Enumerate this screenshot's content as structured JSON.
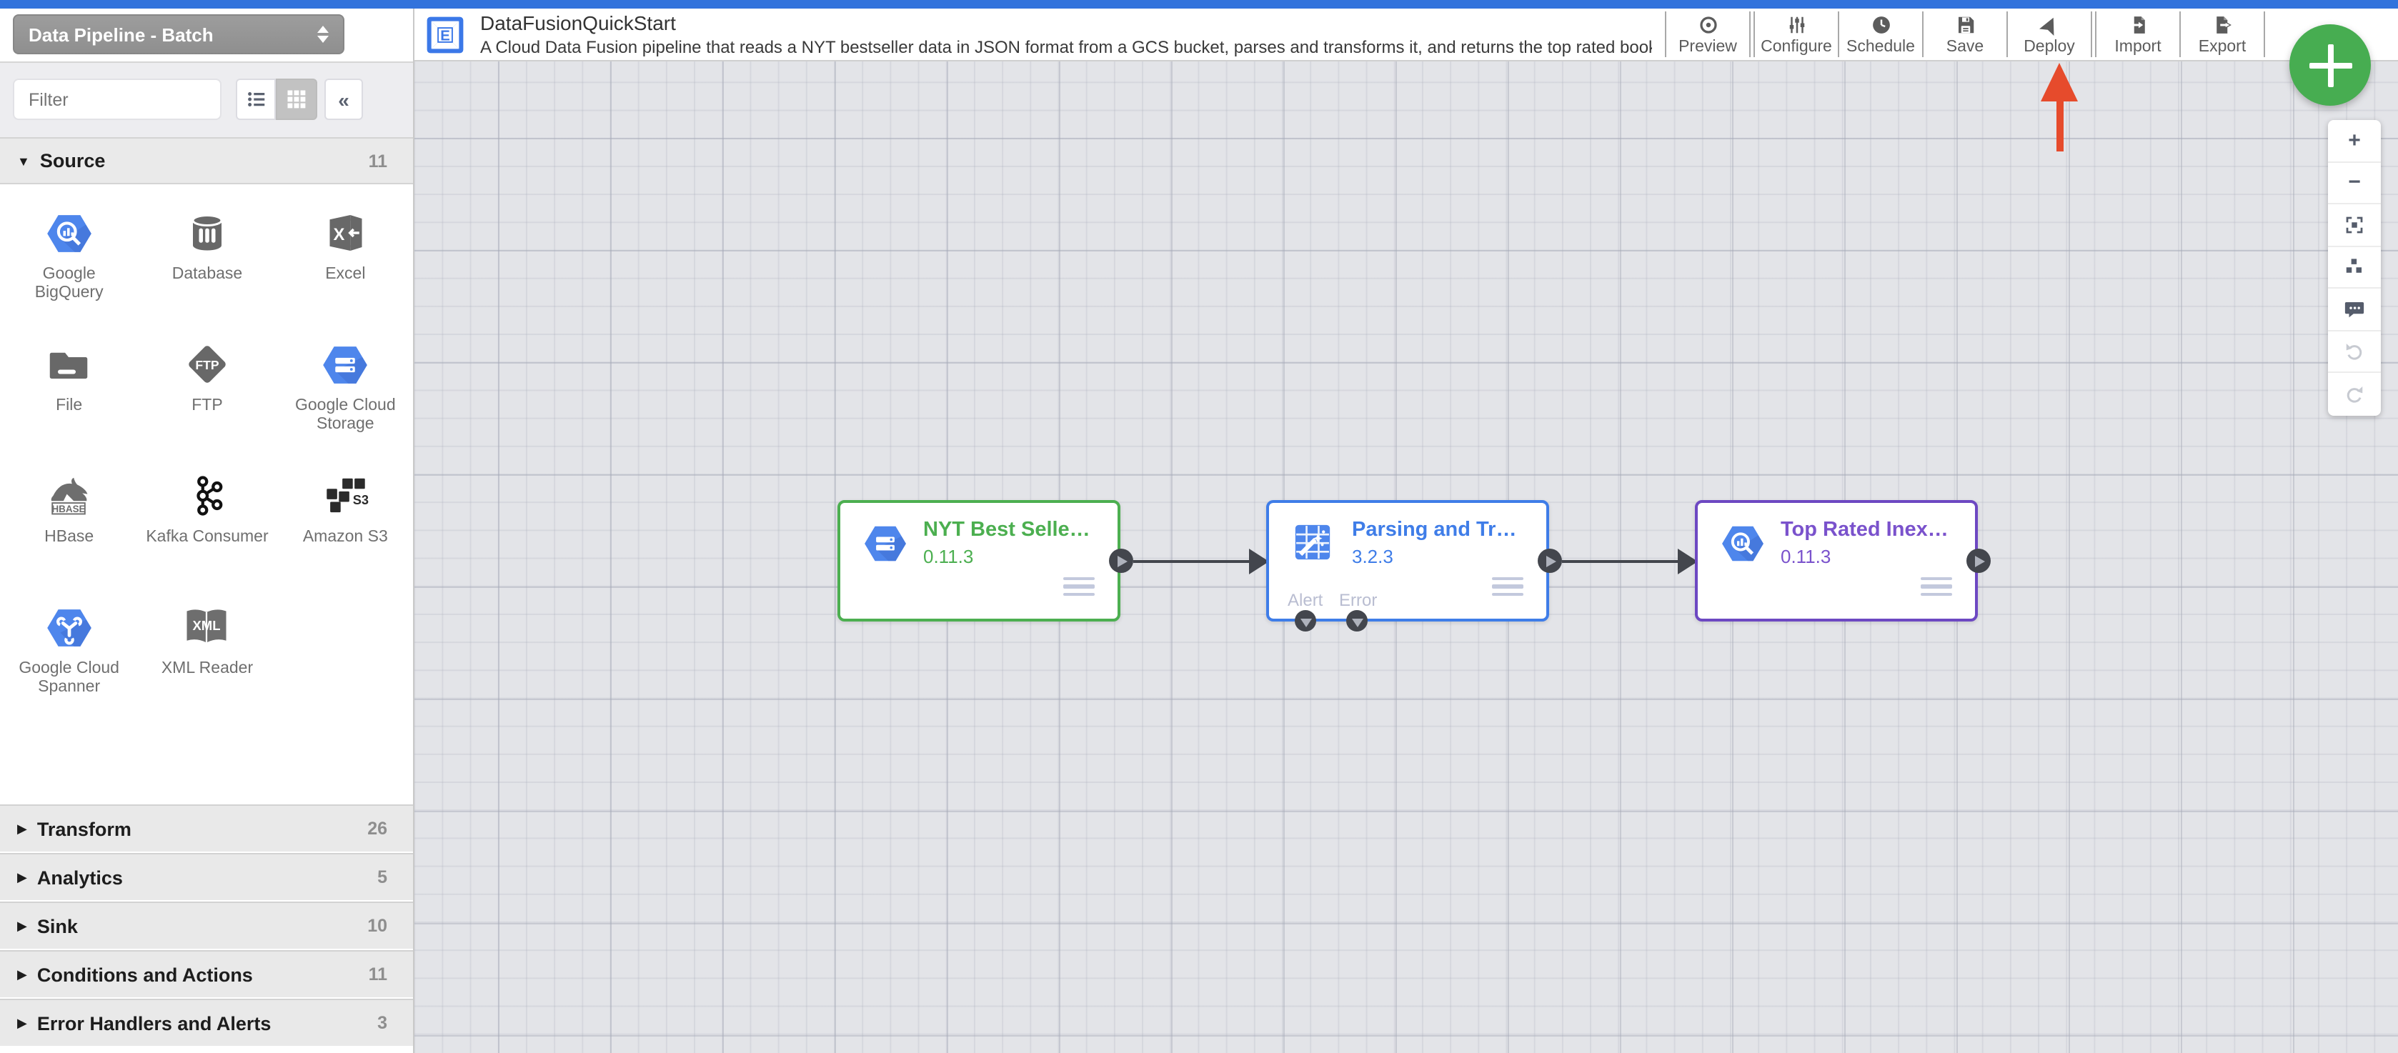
{
  "top": {
    "pipeline_type_selector": "Data Pipeline - Batch"
  },
  "header": {
    "title": "DataFusionQuickStart",
    "description": "A Cloud Data Fusion pipeline that reads a NYT bestseller data in JSON format from a GCS bucket, parses and transforms it, and returns the top rated book...",
    "logo_icon": "data-fusion-logo"
  },
  "toolbar": {
    "buttons": [
      {
        "label": "Preview",
        "icon": "eye-icon"
      },
      {
        "label": "Configure",
        "icon": "sliders-icon"
      },
      {
        "label": "Schedule",
        "icon": "clock-icon"
      },
      {
        "label": "Save",
        "icon": "floppy-icon"
      },
      {
        "label": "Deploy",
        "icon": "paper-plane-icon"
      },
      {
        "label": "Import",
        "icon": "file-import-icon"
      },
      {
        "label": "Export",
        "icon": "file-export-icon"
      }
    ],
    "add_button_icon": "plus-icon",
    "annotation": {
      "shape": "red-arrow",
      "points_at": "Deploy",
      "color": "#e64b2c"
    }
  },
  "sidebar": {
    "filter_placeholder": "Filter",
    "view_toggle": {
      "list_icon": "list-view-icon",
      "grid_icon": "grid-view-icon",
      "active": "grid"
    },
    "collapse_label": "«",
    "sections": [
      {
        "label": "Source",
        "count": "11",
        "expanded": true,
        "plugins": [
          {
            "name": "Google BigQuery",
            "icon": "bigquery-hexagon-icon"
          },
          {
            "name": "Database",
            "icon": "database-cylinder-icon"
          },
          {
            "name": "Excel",
            "icon": "excel-icon"
          },
          {
            "name": "File",
            "icon": "folder-icon"
          },
          {
            "name": "FTP",
            "icon": "ftp-diamond-icon"
          },
          {
            "name": "Google Cloud Storage",
            "icon": "gcs-hexagon-icon"
          },
          {
            "name": "HBase",
            "icon": "hbase-orca-icon"
          },
          {
            "name": "Kafka Consumer",
            "icon": "kafka-icon"
          },
          {
            "name": "Amazon S3",
            "icon": "s3-cubes-icon"
          },
          {
            "name": "Google Cloud Spanner",
            "icon": "spanner-hexagon-icon"
          },
          {
            "name": "XML Reader",
            "icon": "xml-book-icon"
          }
        ]
      },
      {
        "label": "Transform",
        "count": "26",
        "expanded": false
      },
      {
        "label": "Analytics",
        "count": "5",
        "expanded": false
      },
      {
        "label": "Sink",
        "count": "10",
        "expanded": false
      },
      {
        "label": "Conditions and Actions",
        "count": "11",
        "expanded": false
      },
      {
        "label": "Error Handlers and Alerts",
        "count": "3",
        "expanded": false
      }
    ]
  },
  "canvas": {
    "nodes": [
      {
        "name": "NYT Best Selle…",
        "version": "0.11.3",
        "accent": "#4caf50",
        "icon": "gcs-hexagon-icon"
      },
      {
        "name": "Parsing and Tr…",
        "version": "3.2.3",
        "accent": "#3f7de8",
        "icon": "wrangler-icon",
        "bottom_ports": [
          {
            "label": "Alert"
          },
          {
            "label": "Error"
          }
        ]
      },
      {
        "name": "Top Rated Inex…",
        "version": "0.11.3",
        "accent": "#6d48c2",
        "icon": "bigquery-hexagon-icon"
      }
    ],
    "connections": [
      {
        "from": "0",
        "to": "1"
      },
      {
        "from": "1",
        "to": "2"
      }
    ]
  },
  "zoom_toolbar": {
    "buttons": [
      {
        "icon": "zoom-in-icon",
        "glyph": "+"
      },
      {
        "icon": "zoom-out-icon",
        "glyph": "−"
      },
      {
        "icon": "fit-to-screen-icon"
      },
      {
        "icon": "auto-align-icon"
      },
      {
        "icon": "comment-icon"
      },
      {
        "icon": "undo-icon",
        "disabled": true
      },
      {
        "icon": "redo-icon",
        "disabled": true
      }
    ]
  }
}
